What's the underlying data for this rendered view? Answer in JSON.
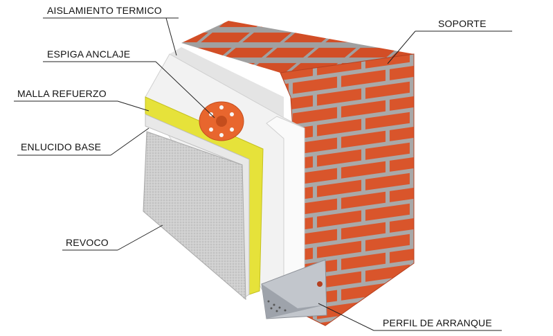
{
  "labels": {
    "insulation": "AISLAMIENTO TERMICO",
    "support": "SOPORTE",
    "anchor": "ESPIGA ANCLAJE",
    "mesh": "MALLA REFUERZO",
    "base_coat": "ENLUCIDO BASE",
    "render": "REVOCO",
    "starter_profile": "PERFIL DE ARRANQUE"
  },
  "colors": {
    "brick": "#d9552b",
    "mortar": "#a9a9a9",
    "insulation": "#f2f2f2",
    "mesh": "#e6e23a",
    "render": "#c9c9c9",
    "anchor": "#e8662e",
    "profile": "#b8bcc4"
  }
}
